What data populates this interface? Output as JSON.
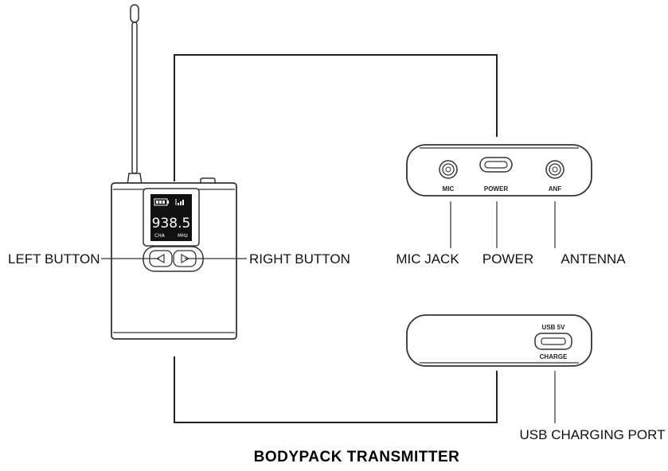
{
  "title": "BODYPACK TRANSMITTER",
  "display": {
    "frequency": "938.5",
    "channel_label": "CHA",
    "unit_label": "MHz"
  },
  "callouts": {
    "left_button": "LEFT BUTTON",
    "right_button": "RIGHT BUTTON",
    "mic_jack": "MIC JACK",
    "power": "POWER",
    "antenna": "ANTENNA",
    "usb_port": "USB CHARGING PORT"
  },
  "top_panel": {
    "mic": "MIC",
    "power": "POWER",
    "ant": "ANF"
  },
  "bottom_panel": {
    "usb": "USB 5V",
    "charge": "CHARGE"
  },
  "icons": [
    "battery-icon",
    "signal-icon",
    "left-arrow-icon",
    "right-arrow-icon"
  ]
}
